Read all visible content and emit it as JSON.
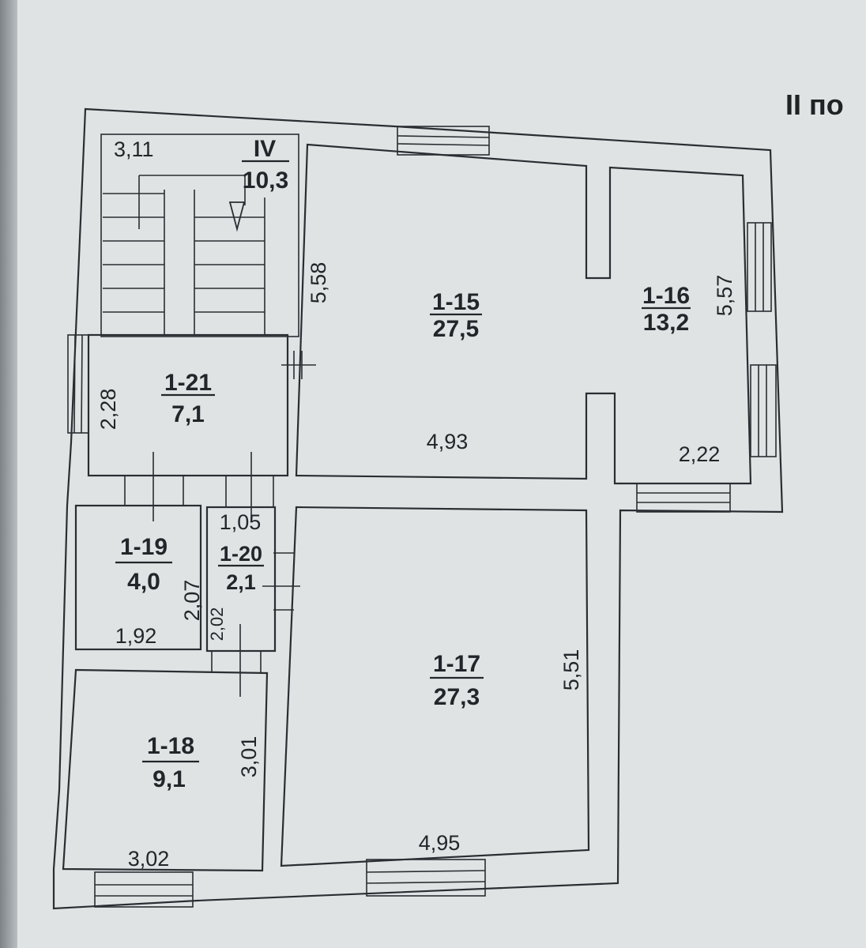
{
  "heading": "II по",
  "stair": {
    "id": "IV",
    "area": "10,3",
    "width": "3,11"
  },
  "rooms": {
    "r15": {
      "id": "1-15",
      "area": "27,5",
      "width": "4,93",
      "depth": "5,58"
    },
    "r16": {
      "id": "1-16",
      "area": "13,2",
      "width": "2,22",
      "depth": "5,57"
    },
    "r21": {
      "id": "1-21",
      "area": "7,1",
      "depth": "2,28"
    },
    "r19": {
      "id": "1-19",
      "area": "4,0",
      "width": "1,92",
      "depth": "2,07"
    },
    "r20": {
      "id": "1-20",
      "area": "2,1",
      "width": "1,05",
      "depth": "2,02"
    },
    "r17": {
      "id": "1-17",
      "area": "27,3",
      "width": "4,95",
      "depth": "5,51"
    },
    "r18": {
      "id": "1-18",
      "area": "9,1",
      "width": "3,02",
      "depth": "3,01"
    }
  },
  "colors": {
    "paper": "#dfe3e4",
    "ink": "#22262a",
    "background": "#9a9fa3"
  }
}
